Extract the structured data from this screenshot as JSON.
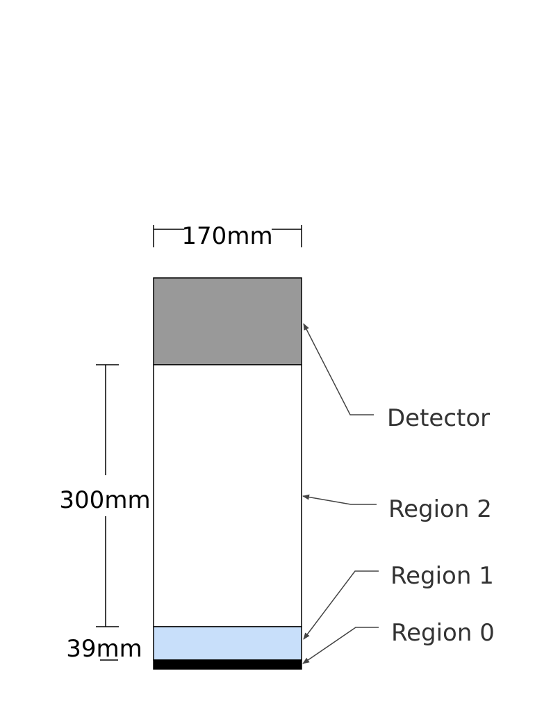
{
  "dimensions": {
    "width_label": "170mm",
    "height_label": "300mm",
    "region1_label": "39mm"
  },
  "labels": {
    "detector": "Detector",
    "region2": "Region 2",
    "region1": "Region 1",
    "region0": "Region 0"
  },
  "colors": {
    "detector_fill": "#999999",
    "region2_fill": "#ffffff",
    "region1_fill": "#c8dffa",
    "region0_fill": "#000000",
    "outline": "#000000",
    "leader": "#444444",
    "label_text": "#333333"
  }
}
